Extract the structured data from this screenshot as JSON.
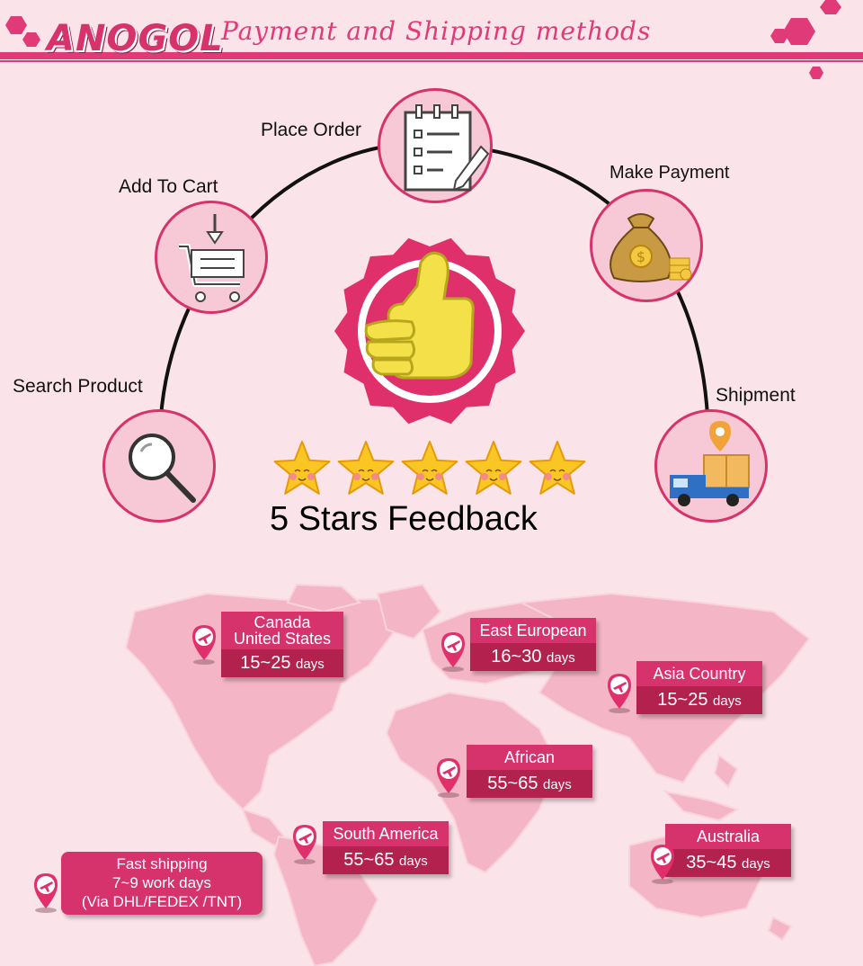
{
  "header": {
    "brand": "ANOGOL",
    "title": "Payment and Shipping methods"
  },
  "colors": {
    "accent": "#d6336c",
    "accent_dark": "#b3224f",
    "background": "#fbe3ea",
    "circle_fill": "#f7c9d6",
    "map_fill": "#f4b6c6"
  },
  "steps": [
    {
      "label": "Search Product",
      "icon": "magnifier-icon"
    },
    {
      "label": "Add To Cart",
      "icon": "cart-icon"
    },
    {
      "label": "Place Order",
      "icon": "order-form-icon"
    },
    {
      "label": "Make Payment",
      "icon": "money-bag-icon"
    },
    {
      "label": "Shipment",
      "icon": "delivery-truck-icon"
    }
  ],
  "feedback": {
    "stars": 5,
    "label": "5 Stars Feedback",
    "icon": "thumbs-up-icon"
  },
  "shipping": {
    "unit": "days",
    "regions": [
      {
        "name_line1": "Canada",
        "name_line2": "United States",
        "time": "15~25"
      },
      {
        "name_line1": "East European",
        "name_line2": "",
        "time": "16~30"
      },
      {
        "name_line1": "Asia Country",
        "name_line2": "",
        "time": "15~25"
      },
      {
        "name_line1": "African",
        "name_line2": "",
        "time": "55~65"
      },
      {
        "name_line1": "South America",
        "name_line2": "",
        "time": "55~65"
      },
      {
        "name_line1": "Australia",
        "name_line2": "",
        "time": "35~45"
      }
    ],
    "fast": {
      "line1": "Fast shipping",
      "line2": "7~9 work days",
      "line3": "(Via DHL/FEDEX /TNT)"
    }
  }
}
